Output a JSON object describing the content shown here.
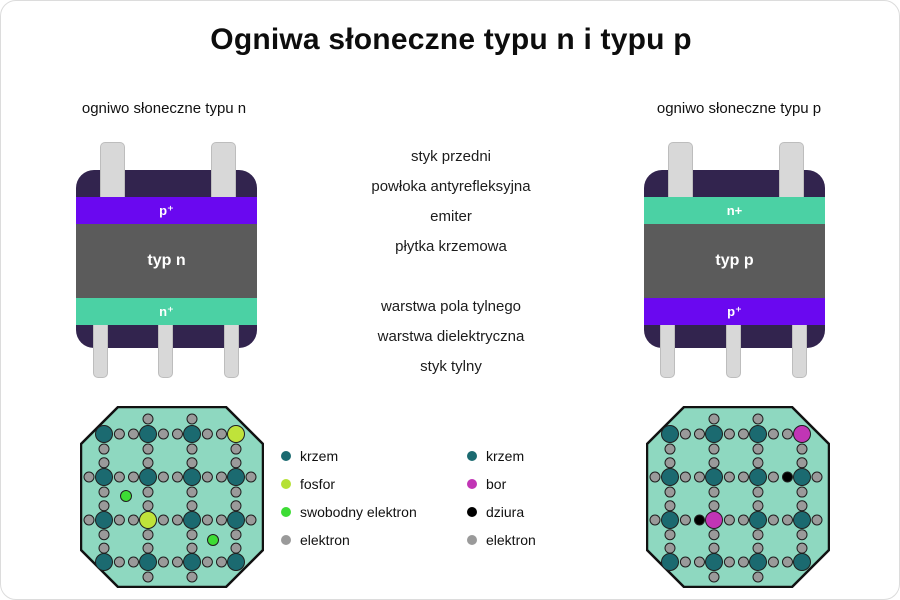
{
  "title": "Ogniwa słoneczne typu n i typu p",
  "cell_n": {
    "heading": "ogniwo słoneczne typu n",
    "top_layer_label": "p⁺",
    "middle_label": "typ n",
    "bottom_layer_label": "n⁺"
  },
  "cell_p": {
    "heading": "ogniwo słoneczne typu p",
    "top_layer_label": "n+",
    "middle_label": "typ p",
    "bottom_layer_label": "p⁺"
  },
  "front_labels": [
    "styk przedni",
    "powłoka antyrefleksyjna",
    "emiter",
    "płytka krzemowa"
  ],
  "back_labels": [
    "warstwa pola tylnego",
    "warstwa dielektryczna",
    "styk tylny"
  ],
  "legend_n": {
    "items": [
      {
        "label": "krzem",
        "color": "#1b6a70"
      },
      {
        "label": "fosfor",
        "color": "#b5e135"
      },
      {
        "label": "swobodny elektron",
        "color": "#3ddc35"
      },
      {
        "label": "elektron",
        "color": "#9a9a9a"
      }
    ]
  },
  "legend_p": {
    "items": [
      {
        "label": "krzem",
        "color": "#1b6a70"
      },
      {
        "label": "bor",
        "color": "#c135b5"
      },
      {
        "label": "dziura",
        "color": "#000000"
      },
      {
        "label": "elektron",
        "color": "#9a9a9a"
      }
    ]
  },
  "colors": {
    "background": "#ffffff",
    "title_text": "#0d0d0d",
    "cell_body": "#32244e",
    "contact": "#d8d8d8",
    "p_plus_layer": "#6a08f0",
    "wafer_layer": "#5b5b5b",
    "n_plus_layer": "#4bd1a4",
    "lattice_bg": "#8ed8c0",
    "lattice_border": "#111111",
    "si": "#1b6a70",
    "p": "#bfe33a",
    "b": "#c135b5",
    "electron": "#9a9a9a",
    "free_electron": "#3ddc35",
    "hole": "#000000"
  },
  "lattice_n": {
    "cols": [
      24,
      68,
      112,
      156
    ],
    "rows": [
      28,
      71,
      114,
      156
    ],
    "atoms": [
      [
        "si",
        "si",
        "si",
        "p"
      ],
      [
        "si",
        "si",
        "si",
        "si"
      ],
      [
        "si",
        "p",
        "si",
        "si"
      ],
      [
        "si",
        "si",
        "si",
        "si"
      ]
    ],
    "free_electrons": [
      [
        46,
        90
      ],
      [
        133,
        134
      ]
    ],
    "holes": []
  },
  "lattice_p": {
    "cols": [
      24,
      68,
      112,
      156
    ],
    "rows": [
      28,
      71,
      114,
      156
    ],
    "atoms": [
      [
        "si",
        "si",
        "si",
        "b"
      ],
      [
        "si",
        "si",
        "si",
        "si"
      ],
      [
        "si",
        "b",
        "si",
        "si"
      ],
      [
        "si",
        "si",
        "si",
        "si"
      ]
    ],
    "free_electrons": [],
    "holes": [
      [
        141,
        71
      ],
      [
        54,
        114
      ]
    ]
  }
}
